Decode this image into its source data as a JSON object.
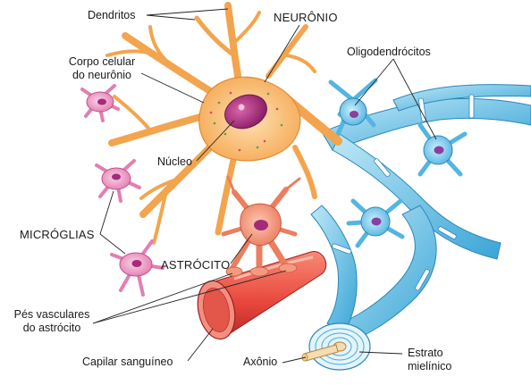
{
  "diagram": {
    "labels": {
      "dendritos": "Dendritos",
      "neuronio": "NEURÔNIO",
      "oligodendrocitos": "Oligodendrócitos",
      "corpo_celular_line1": "Corpo celular",
      "corpo_celular_line2": "do neurônio",
      "nucleo": "Núcleo",
      "microglias": "MICRÓGLIAS",
      "astrocito": "ASTRÓCITO",
      "pes_vasculares_line1": "Pés vasculares",
      "pes_vasculares_line2": "do astrócito",
      "capilar": "Capilar sanguíneo",
      "axonio": "Axônio",
      "estrato_line1": "Estrato",
      "estrato_line2": "mielínico"
    },
    "colors": {
      "neuron": "#f7b766",
      "neuron_dark": "#e98f3e",
      "nucleus": "#a32b7a",
      "microglia": "#e888b8",
      "astrocyte": "#f08a6e",
      "capillary": "#ef5a4a",
      "myelin": "#6ec6ea",
      "oligodendrocyte_nucleus": "#8a3fa0"
    }
  }
}
